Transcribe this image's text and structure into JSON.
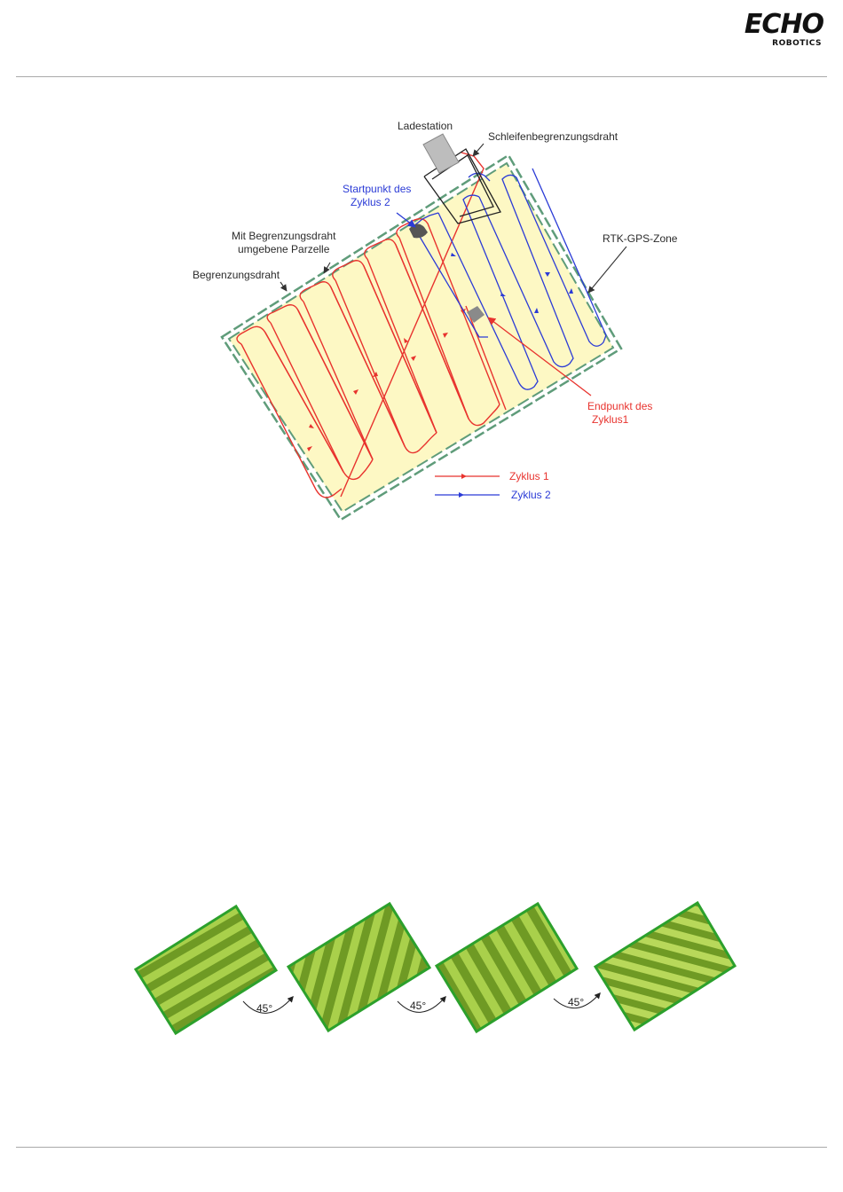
{
  "header": {
    "logo_echo": "ECHO",
    "logo_robotics": "ROBOTICS"
  },
  "diagram": {
    "labels": {
      "ladestation": "Ladestation",
      "schleifen": "Schleifenbegrenzungsdraht",
      "start_line1": "Startpunkt des",
      "start_line2": "Zyklus 2",
      "parzelle_line1": "Mit Begrenzungsdraht",
      "parzelle_line2": "umgebene Parzelle",
      "begrenzungsdraht": "Begrenzungsdraht",
      "rtk": "RTK-GPS-Zone",
      "end_line1": "Endpunkt des",
      "end_line2": "Zyklus1"
    },
    "legend": [
      {
        "label": "Zyklus 1",
        "color": "#e8332e"
      },
      {
        "label": "Zyklus 2",
        "color": "#2b3bd6"
      }
    ],
    "colors": {
      "zone_fill": "#fdf8c4",
      "boundary_green": "#5f9c7a",
      "cycle1": "#e8332e",
      "cycle2": "#2b3bd6"
    }
  },
  "rotation_figure": {
    "angle_labels": [
      "45°",
      "45°",
      "45°"
    ],
    "colors": {
      "border": "#2ca02c",
      "stripe_light": "#a9d04b",
      "stripe_dark": "#6f9a24"
    }
  }
}
